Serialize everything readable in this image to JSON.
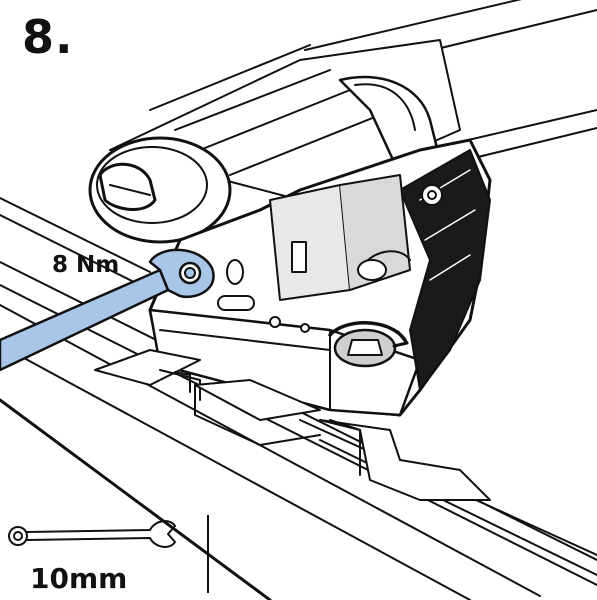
{
  "step": {
    "number": "8."
  },
  "torque": {
    "label": "8 Nm"
  },
  "tool": {
    "size": "10mm",
    "icon": "wrench-icon"
  },
  "colors": {
    "wrench_fill": "#a9c6e8",
    "line": "#111111",
    "shade": "#d9d9d9",
    "dark": "#1a1a1a"
  }
}
